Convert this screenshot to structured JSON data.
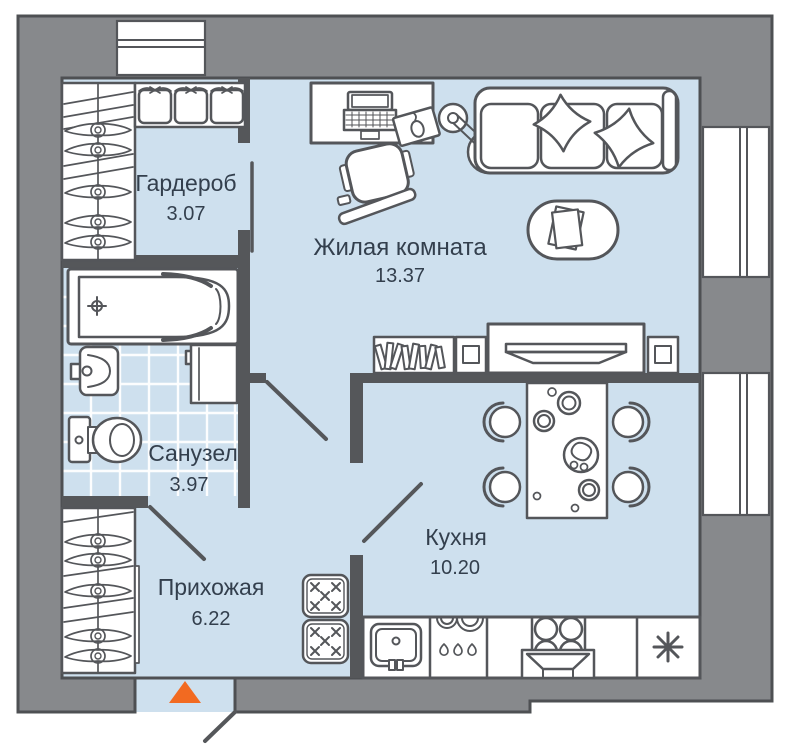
{
  "rooms": [
    {
      "name": "Гардероб",
      "area": "3.07"
    },
    {
      "name": "Жилая комната",
      "area": "13.37"
    },
    {
      "name": "Санузел",
      "area": "3.97"
    },
    {
      "name": "Прихожая",
      "area": "6.22"
    },
    {
      "name": "Кухня",
      "area": "10.20"
    }
  ],
  "entrance": {
    "symbol": "entrance-arrow-up",
    "color": "#F26A21"
  },
  "colors": {
    "outer_wall": "#87898C",
    "inner_wall": "#55575A",
    "outline": "#54565A",
    "floor": "#CEE0EE",
    "label_text": "#333F4D",
    "fixture_fill": "#FFFFFF"
  },
  "icons": [
    "window-icon",
    "hanger-icon",
    "shirt-icon",
    "bathtub-icon",
    "bath-sink-icon",
    "toilet-icon",
    "washer-icon",
    "laptop-desk-icon",
    "office-chair-icon",
    "mousepad-icon",
    "floor-lamp-icon",
    "sofa-icon",
    "pillow-icon",
    "coffee-table-icon",
    "bookshelf-icon",
    "tv-stand-icon",
    "dining-table-icon",
    "dining-chair-icon",
    "kitchen-sink-icon",
    "dish-rack-icon",
    "stove-icon",
    "hood-icon",
    "fridge-asterisk-icon",
    "cabinet-x-icon",
    "entrance-arrow-icon"
  ]
}
